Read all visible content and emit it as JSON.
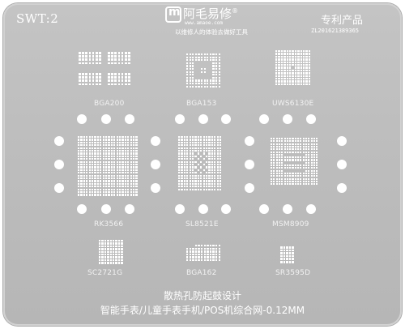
{
  "header": {
    "model": "SWT:2",
    "brand_name": "阿毛易修",
    "brand_mark": "®",
    "brand_url": "www.amaoe.com",
    "slogan": "以维修人的体验去做好工具",
    "patent": "专利产品",
    "patent_number": "ZL201621389365"
  },
  "chips": [
    {
      "id": "bga200",
      "label": "BGA200"
    },
    {
      "id": "bga153",
      "label": "BGA153"
    },
    {
      "id": "uws6130e",
      "label": "UWS6130E"
    },
    {
      "id": "rk3566",
      "label": "RK3566"
    },
    {
      "id": "sl8521e",
      "label": "SL8521E"
    },
    {
      "id": "msm8909",
      "label": "MSM8909"
    },
    {
      "id": "sc2721g",
      "label": "SC2721G"
    },
    {
      "id": "bga162",
      "label": "BGA162"
    },
    {
      "id": "sr3595d",
      "label": "SR3595D"
    }
  ],
  "footer": {
    "line1": "散热孔防起鼓设计",
    "line2": "智能手表/儿童手表手机/POS机综合网-0.12MM"
  },
  "colors": {
    "plate": "#bdbdbd",
    "ink": "#ffffff"
  }
}
